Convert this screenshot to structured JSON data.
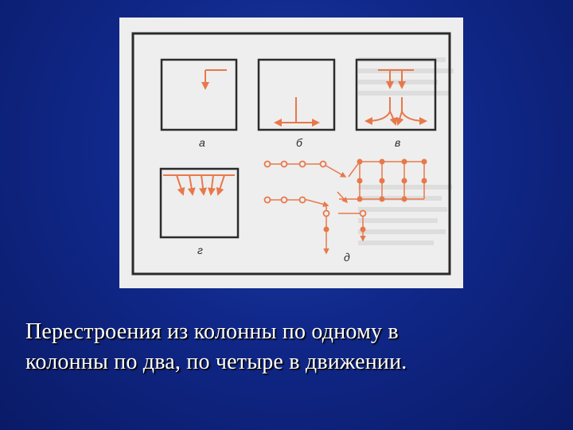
{
  "slide": {
    "caption_line1": "Перестроения из колонны по одному в",
    "caption_line2": "колонны по два, по четыре в движении."
  },
  "figure": {
    "labels": {
      "a": "а",
      "b": "б",
      "v": "в",
      "g": "г",
      "d": "д"
    }
  },
  "colors": {
    "background": "#10288a",
    "frame": "#2b2b2b",
    "arrows": "#e8784a",
    "figure_bg": "#eeeeee"
  }
}
